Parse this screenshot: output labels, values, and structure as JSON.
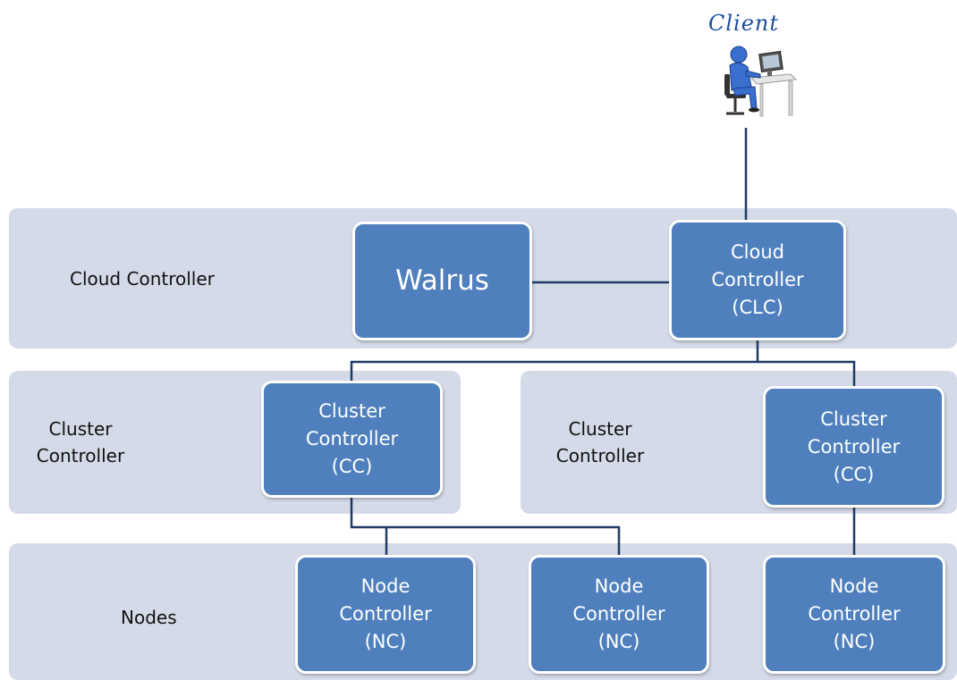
{
  "client": {
    "label": "Client",
    "icon": "person-at-computer-icon"
  },
  "tiers": {
    "cloud": {
      "label": "Cloud Controller"
    },
    "cluster_left": {
      "label": "Cluster\nController"
    },
    "cluster_right": {
      "label": "Cluster\nController"
    },
    "nodes": {
      "label": "Nodes"
    }
  },
  "boxes": {
    "walrus": "Walrus",
    "clc": "Cloud\nController\n(CLC)",
    "cc_left": "Cluster\nController\n(CC)",
    "cc_right": "Cluster\nController\n(CC)",
    "nc1": "Node\nController\n(NC)",
    "nc2": "Node\nController\n(NC)",
    "nc3": "Node\nController\n(NC)"
  },
  "colors": {
    "box_fill": "#4f80bd",
    "tier_fill": "#d5dae8",
    "connector": "#1f3b64",
    "client_text": "#1f4fa0"
  }
}
